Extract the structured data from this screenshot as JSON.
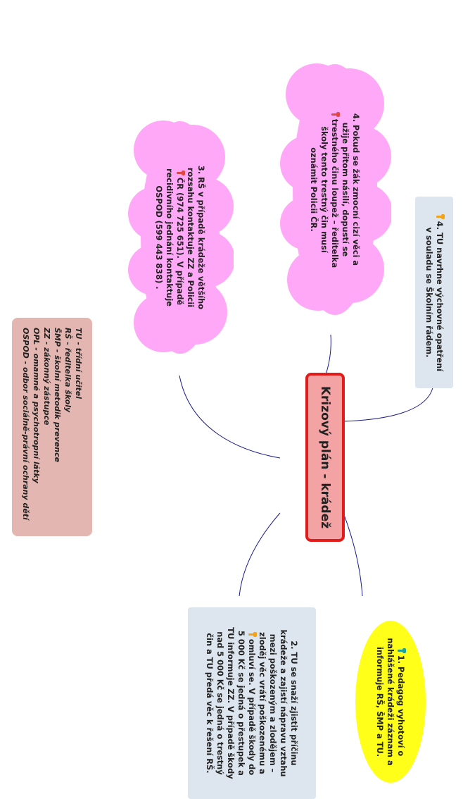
{
  "central": {
    "label": "Krizový plán - krádež"
  },
  "nodes": {
    "step1": {
      "color": "#ffff1a",
      "icon": "pushpin-teal-icon",
      "lines": [
        "1. Pedagog vyhotoví o",
        "nahlášené krádeži záznam a",
        "informuje RŠ, ŠMP a TU."
      ]
    },
    "step2": {
      "color": "#dde5ee",
      "icon": "pushpin-orange-icon",
      "lines": [
        "2. TU se snaží zjistit příčinu",
        "krádeže a zajistí nápravu vztahu",
        "mezi poškozeným a zlodějem –",
        "zloděj věc vrátí poškozenému a",
        "omluví se. V případě škody do",
        "5 000 Kč se jedná o přestupek a",
        "TU informuje ZZ. V případě škody",
        "nad 5 000 Kč se jedná o trestný",
        "čin a TU předá věc k řešení RŠ."
      ]
    },
    "step3": {
      "color": "#ffa8f7",
      "icon": "pushpin-red-icon",
      "lines": [
        "3. RŠ v případě krádeže většího",
        "rozsahu kontaktuje ZZ a Policii",
        "ČR (974 725 651). V případě",
        "recidivního jednání kontaktuje",
        "OSPOD (599 443 838) ."
      ]
    },
    "step4a": {
      "color": "#ffa8f7",
      "icon": "pushpin-red-icon",
      "lines": [
        "4. Pokud se žák zmocní cizí věci a",
        "užije přitom násilí, dopustí se",
        "trestného činu loupež – ředitelka",
        "školy tento trestný čin musí",
        "oznámit Policii ČR."
      ]
    },
    "step4b": {
      "color": "#dde5ee",
      "icon": "pushpin-orange-icon",
      "lines": [
        "4. TU navrhne výchovné opatření",
        "v souladu se Školním řádem."
      ]
    }
  },
  "legend": {
    "color": "#e4b6b1",
    "lines": [
      "TU - třídní učitel",
      "RŠ - ředitelka školy",
      "ŠMP - školní metodik prevence",
      "ZZ - zákonný zástupce",
      "OPL - omamné a psychotropní látky",
      "OSPOD - odbor sociálně-právní ochrany dětí"
    ]
  },
  "colors": {
    "connector": "#1a1a8c",
    "central_fill": "#f3a3a3",
    "central_border": "#e21b1b"
  }
}
